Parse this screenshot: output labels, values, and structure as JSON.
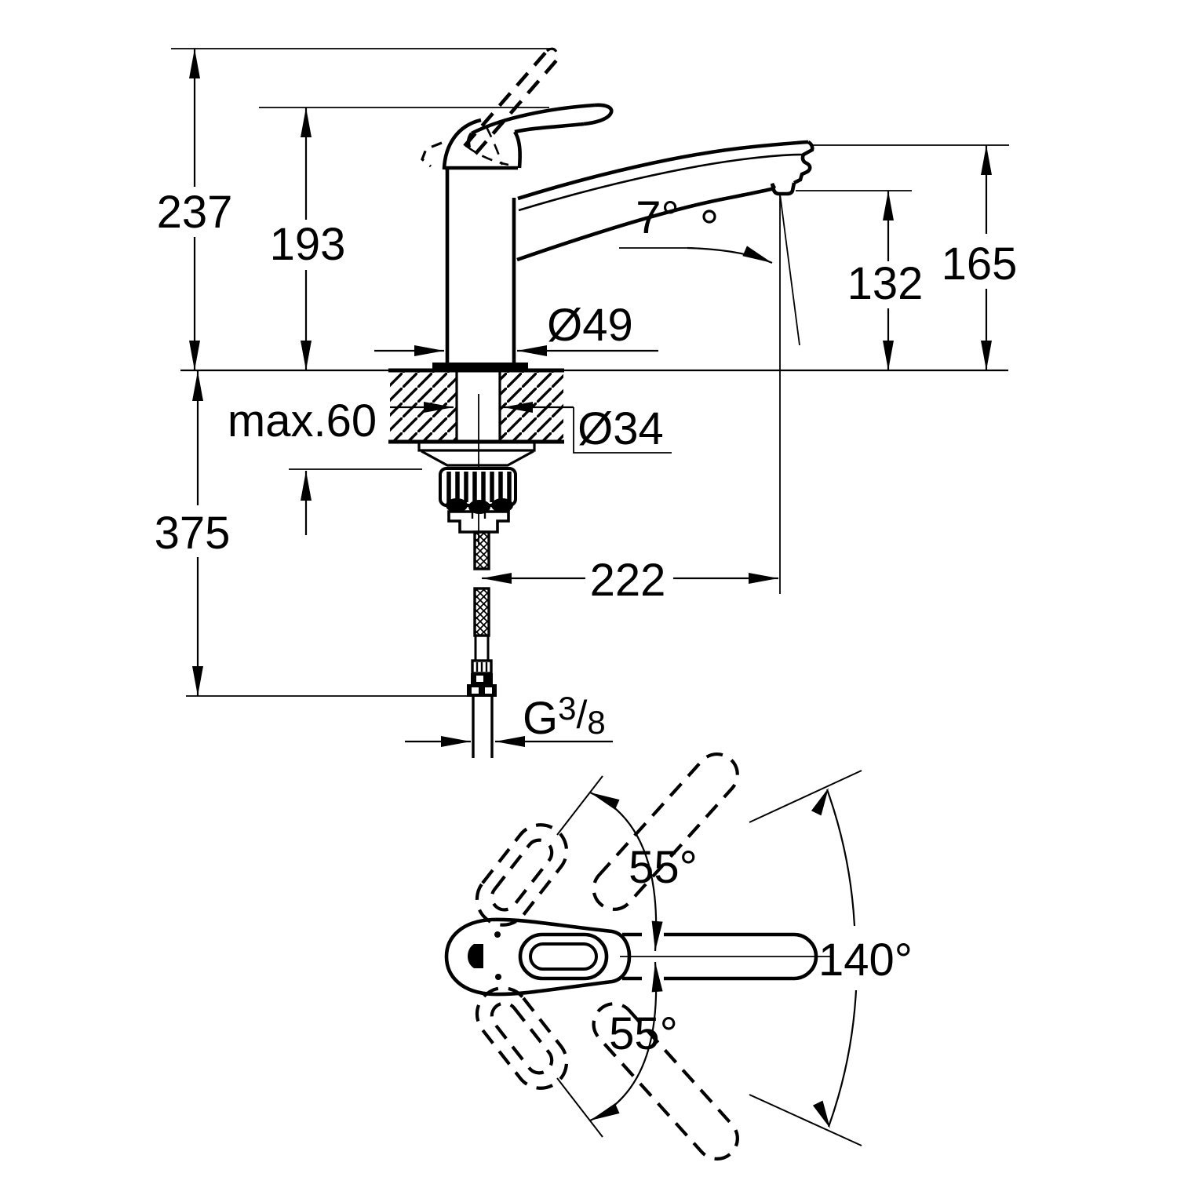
{
  "drawing": {
    "type": "faucet-installation-dimension-drawing",
    "colors": {
      "background": "#ffffff",
      "line": "#000000"
    },
    "side_view": {
      "overall_height": "237",
      "height_to_lever": "193",
      "spout_top_height": "165",
      "outlet_height": "132",
      "spout_angle": "7°",
      "body_diameter": "Ø49",
      "max_deck_thickness": "max.60",
      "hole_diameter": "Ø34",
      "below_deck_length": "375",
      "spout_reach": "222",
      "thread_g": "G",
      "thread_num": "3",
      "thread_slash": "/",
      "thread_den": "8"
    },
    "plan_view": {
      "lever_swing_upper": "55°",
      "lever_swing_lower": "55°",
      "swivel_range": "140°"
    }
  }
}
